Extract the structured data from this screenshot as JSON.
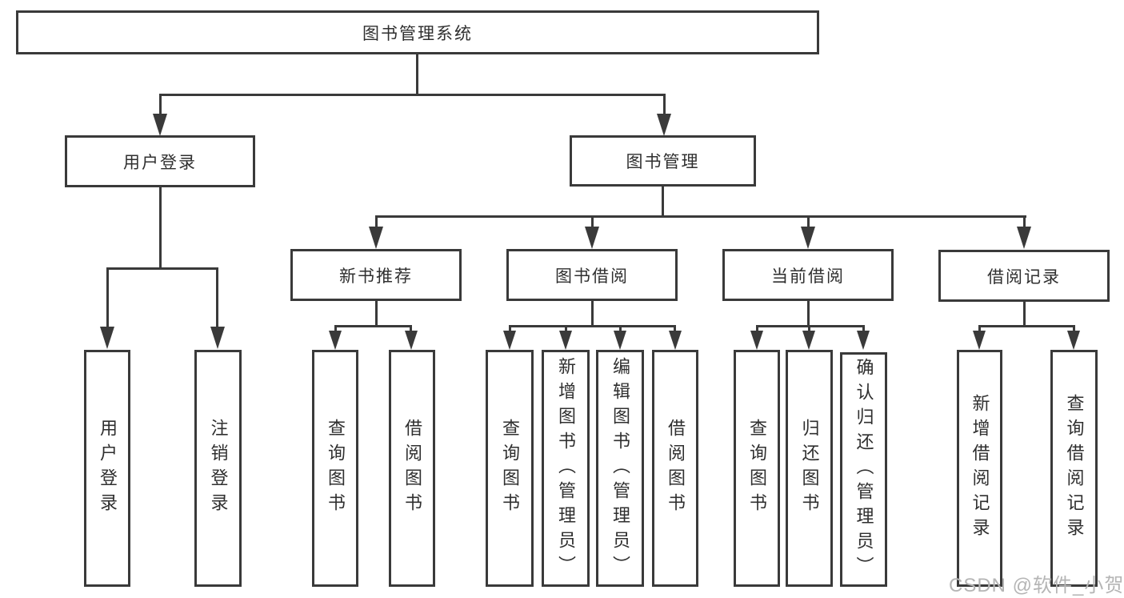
{
  "colors": {
    "line": "#3a3a3a",
    "box_border": "#3a3a3a",
    "text": "#2f2f2f",
    "watermark": "#b5b5b5",
    "background": "#ffffff"
  },
  "tree": {
    "root": {
      "label": "图书管理系统"
    },
    "branches": [
      {
        "label": "用户登录",
        "children": [
          {
            "label": "用户登录"
          },
          {
            "label": "注销登录"
          }
        ]
      },
      {
        "label": "图书管理",
        "children": [
          {
            "label": "新书推荐",
            "children": [
              {
                "label": "查询图书"
              },
              {
                "label": "借阅图书"
              }
            ]
          },
          {
            "label": "图书借阅",
            "children": [
              {
                "label": "查询图书"
              },
              {
                "label": "新增图书（管理员）"
              },
              {
                "label": "编辑图书（管理员）"
              },
              {
                "label": "借阅图书"
              }
            ]
          },
          {
            "label": "当前借阅",
            "children": [
              {
                "label": "查询图书"
              },
              {
                "label": "归还图书"
              },
              {
                "label": "确认归还（管理员）"
              }
            ]
          },
          {
            "label": "借阅记录",
            "children": [
              {
                "label": "新增借阅记录"
              },
              {
                "label": "查询借阅记录"
              }
            ]
          }
        ]
      }
    ]
  },
  "watermark": {
    "text": "CSDN @软件_小贺同学"
  }
}
